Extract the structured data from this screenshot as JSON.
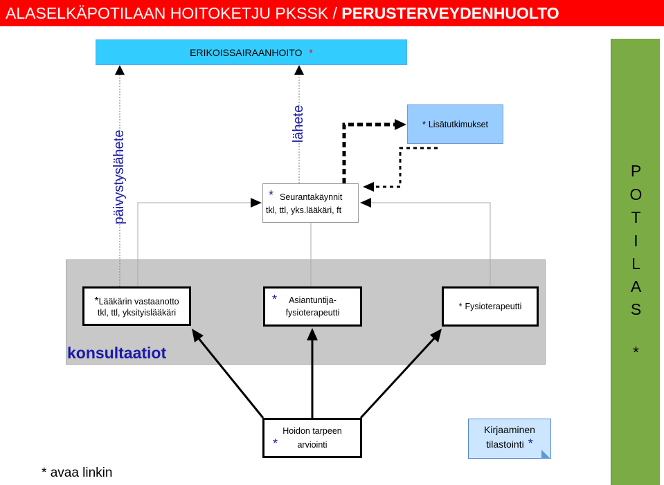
{
  "title": {
    "part1": "ALASELKÄPOTILAAN HOITOKETJU PKSSK / ",
    "part2": "PERUSTERVEYDENHUOLTO"
  },
  "erikoissairaanhoito": {
    "label": "ERIKOISSAIRAANHOITO",
    "star": "*"
  },
  "labels": {
    "paivystyslahete": "päivystyslähete",
    "lahete": "lähete",
    "konsultaatiot": "konsultaatiot"
  },
  "nodes": {
    "seuranta": {
      "star": "*",
      "line1": "Seurantakäynnit",
      "line2": "tkl, ttl, yks.lääkäri, ft"
    },
    "lisatutkimukset": {
      "star": "*",
      "label": "Lisätutkimukset"
    },
    "laakari": {
      "star": "*",
      "line1": "Lääkärin vastaanotto",
      "line2": "tkl, ttl, yksityislääkäri"
    },
    "asiantuntija": {
      "star": "*",
      "line1": "Asiantuntija-",
      "line2": "fysioterapeutti"
    },
    "fysio": {
      "star": "*",
      "label": "Fysioterapeutti"
    },
    "hoidon": {
      "star": "*",
      "line1": "Hoidon tarpeen",
      "line2": "arviointi"
    },
    "kirjaaminen": {
      "line1": "Kirjaaminen",
      "line2": "tilastointi",
      "star": "*"
    }
  },
  "potilas": {
    "letters": [
      "P",
      "O",
      "T",
      "I",
      "L",
      "A",
      "S"
    ],
    "star": "*"
  },
  "footnote": {
    "star": "*",
    "text": "avaa linkin"
  },
  "colors": {
    "title_bg": "#ff0000",
    "erikois_bg": "#33ccff",
    "potilas_bg": "#7aab45",
    "lisa_bg": "#99ccff",
    "konsultaatiot_text": "#1a1aa8"
  }
}
